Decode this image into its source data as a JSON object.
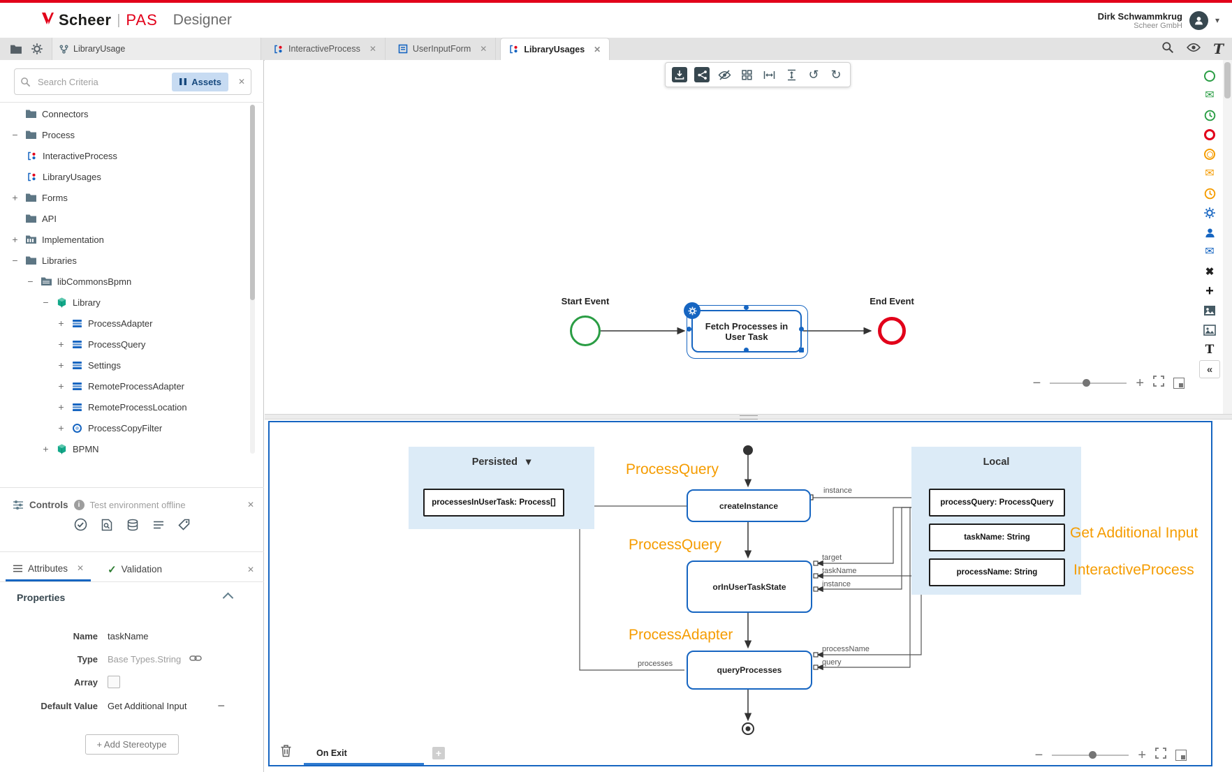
{
  "colors": {
    "brand_red": "#e2001a",
    "accent_blue": "#1665c1",
    "annotation_orange": "#f59c00",
    "start_green": "#2a9d44",
    "group_blue": "#dcebf7"
  },
  "header": {
    "brand_scheer": "Scheer",
    "brand_pas": "PAS",
    "product": "Designer",
    "user_name": "Dirk Schwammkrug",
    "user_company": "Scheer GmbH"
  },
  "tabbar": {
    "project_tab": "LibraryUsage",
    "tabs": [
      {
        "label": "InteractiveProcess"
      },
      {
        "label": "UserInputForm"
      },
      {
        "label": "LibraryUsages"
      }
    ]
  },
  "sidebar": {
    "search_placeholder": "Search Criteria",
    "assets_button": "Assets",
    "tree": [
      {
        "label": "Connectors"
      },
      {
        "label": "Process"
      },
      {
        "label": "InteractiveProcess"
      },
      {
        "label": "LibraryUsages"
      },
      {
        "label": "Forms"
      },
      {
        "label": "API"
      },
      {
        "label": "Implementation"
      },
      {
        "label": "Libraries"
      },
      {
        "label": "libCommonsBpmn"
      },
      {
        "label": "Library"
      },
      {
        "label": "ProcessAdapter"
      },
      {
        "label": "ProcessQuery"
      },
      {
        "label": "Settings"
      },
      {
        "label": "RemoteProcessAdapter"
      },
      {
        "label": "RemoteProcessLocation"
      },
      {
        "label": "ProcessCopyFilter"
      },
      {
        "label": "BPMN"
      }
    ]
  },
  "controls": {
    "title": "Controls",
    "status": "Test environment offline"
  },
  "attributes": {
    "tab_attributes": "Attributes",
    "tab_validation": "Validation",
    "section_title": "Properties",
    "name_label": "Name",
    "name_value": "taskName",
    "type_label": "Type",
    "type_value": "Base Types.String",
    "array_label": "Array",
    "default_label": "Default Value",
    "default_value": "Get Additional Input",
    "add_stereotype": "+ Add Stereotype"
  },
  "bpmn": {
    "start_label": "Start Event",
    "task_label": "Fetch Processes in User Task",
    "end_label": "End Event"
  },
  "mapping": {
    "persisted_title": "Persisted",
    "persisted_items": [
      {
        "label": "processesInUserTask: Process[]"
      }
    ],
    "local_title": "Local",
    "local_items": [
      {
        "label": "processQuery: ProcessQuery"
      },
      {
        "label": "taskName: String"
      },
      {
        "label": "processName: String"
      }
    ],
    "actions": [
      {
        "label": "createInstance"
      },
      {
        "label": "orInUserTaskState"
      },
      {
        "label": "queryProcesses"
      }
    ],
    "annotations": [
      {
        "text": "ProcessQuery"
      },
      {
        "text": "ProcessQuery"
      },
      {
        "text": "ProcessAdapter"
      },
      {
        "text": "Get Additional Input"
      },
      {
        "text": "InteractiveProcess"
      }
    ],
    "edge_labels": [
      {
        "text": "instance"
      },
      {
        "text": "target"
      },
      {
        "text": "taskName"
      },
      {
        "text": "instance"
      },
      {
        "text": "processName"
      },
      {
        "text": "query"
      },
      {
        "text": "processes"
      }
    ],
    "on_exit": "On Exit"
  }
}
